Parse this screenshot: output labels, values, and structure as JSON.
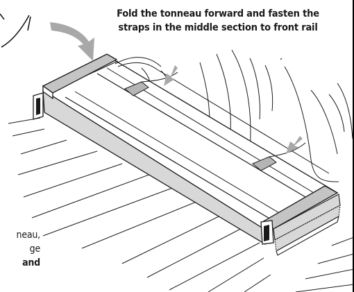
{
  "instruction": {
    "line1": "Fold the tonneau forward and fasten the",
    "line2": "straps in the middle section to front rail"
  },
  "partial_caption": {
    "line1": "neau,",
    "line2": "ge",
    "line3": "and"
  },
  "colors": {
    "ink": "#1a1a1a",
    "arrow": "#a8a8a8",
    "strap": "#b5b5b5",
    "cover": "#d8d8d8",
    "rail_cap": "#c4c4c4"
  }
}
